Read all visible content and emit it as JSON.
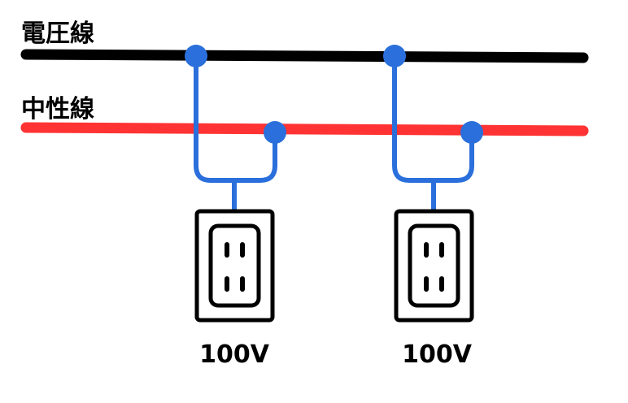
{
  "lines": {
    "voltage_label": "電圧線",
    "neutral_label": "中性線"
  },
  "outlets": [
    {
      "voltage": "100V"
    },
    {
      "voltage": "100V"
    }
  ],
  "colors": {
    "voltage_line": "#000000",
    "neutral_line": "#ff3333",
    "wire": "#2a6fdb",
    "outlet_stroke": "#000000",
    "outlet_fill": "#ffffff"
  }
}
